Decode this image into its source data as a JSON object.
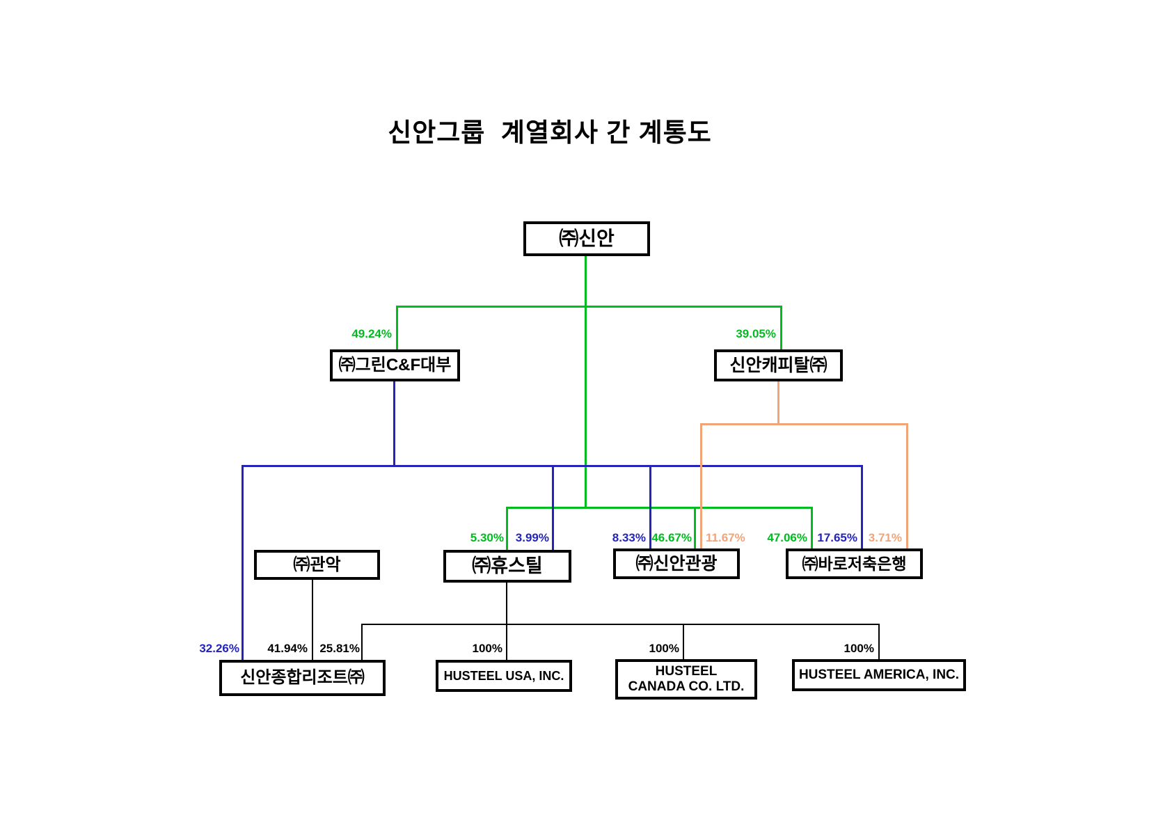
{
  "title": "신안그룹  계열회사 간 계통도",
  "colors": {
    "green": "#00bc1e",
    "blue": "#2424bb",
    "orange": "#f2a479",
    "black": "#000000"
  },
  "companies": {
    "shinan": "㈜신안",
    "green_cf": "㈜그린C&F대부",
    "capital": "신안캐피탈㈜",
    "gwanak": "㈜관악",
    "husteel": "㈜휴스틸",
    "tour": "㈜신안관광",
    "baro": "㈜바로저축은행",
    "resort": "신안종합리조트㈜",
    "husteel_usa": "HUSTEEL USA, INC.",
    "husteel_canada": "HUSTEEL CANADA CO. LTD.",
    "husteel_america": "HUSTEEL AMERICA, INC."
  },
  "edges": [
    {
      "from": "㈜신안",
      "to": "㈜그린C&F대부",
      "value": "49.24%",
      "color": "green"
    },
    {
      "from": "㈜신안",
      "to": "신안캐피탈㈜",
      "value": "39.05%",
      "color": "green"
    },
    {
      "from": "㈜신안",
      "to": "㈜휴스틸",
      "value": "5.30%",
      "color": "green"
    },
    {
      "from": "㈜그린C&F대부",
      "to": "㈜휴스틸",
      "value": "3.99%",
      "color": "blue"
    },
    {
      "from": "㈜그린C&F대부",
      "to": "㈜신안관광",
      "value": "8.33%",
      "color": "blue"
    },
    {
      "from": "㈜신안",
      "to": "㈜신안관광",
      "value": "46.67%",
      "color": "green"
    },
    {
      "from": "신안캐피탈㈜",
      "to": "㈜신안관광",
      "value": "11.67%",
      "color": "orange"
    },
    {
      "from": "㈜신안",
      "to": "㈜바로저축은행",
      "value": "47.06%",
      "color": "green"
    },
    {
      "from": "㈜그린C&F대부",
      "to": "㈜바로저축은행",
      "value": "17.65%",
      "color": "blue"
    },
    {
      "from": "신안캐피탈㈜",
      "to": "㈜바로저축은행",
      "value": "3.71%",
      "color": "orange"
    },
    {
      "from": "㈜그린C&F대부",
      "to": "신안종합리조트㈜",
      "value": "32.26%",
      "color": "blue"
    },
    {
      "from": "㈜관악",
      "to": "신안종합리조트㈜",
      "value": "41.94%",
      "color": "black"
    },
    {
      "from": "㈜휴스틸",
      "to": "신안종합리조트㈜",
      "value": "25.81%",
      "color": "black"
    },
    {
      "from": "㈜휴스틸",
      "to": "HUSTEEL USA, INC.",
      "value": "100%",
      "color": "black"
    },
    {
      "from": "㈜휴스틸",
      "to": "HUSTEEL CANADA CO. LTD.",
      "value": "100%",
      "color": "black"
    },
    {
      "from": "㈜휴스틸",
      "to": "HUSTEEL AMERICA, INC.",
      "value": "100%",
      "color": "black"
    }
  ]
}
